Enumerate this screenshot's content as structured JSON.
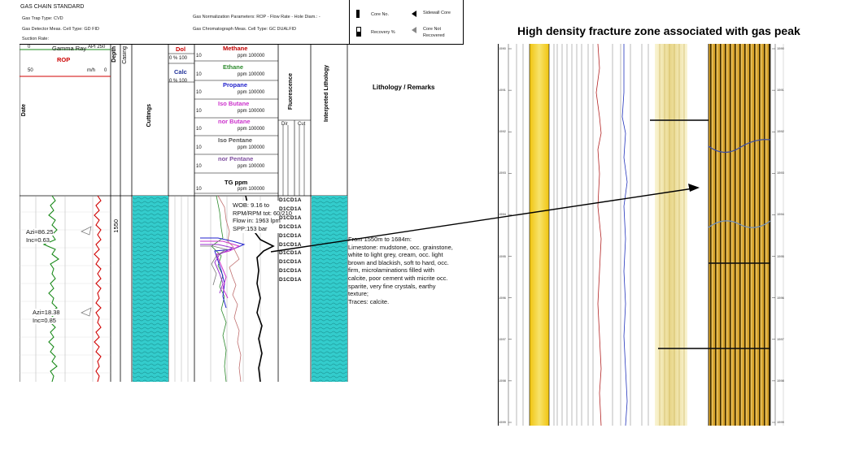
{
  "header": {
    "title": "GAS CHAIN STANDARD",
    "gas_trap_type": "Gas Trap Type: CVD",
    "gas_detector": "Gas Detector Meas. Cell Type: GD FID",
    "suction_rate": "Suction Rate:",
    "normalization": "Gas Normalization Parameters: ROP - Flow Rate - Hole Diam.: -",
    "chromatograph": "Gas Chromatograph Meas. Cell Type: GC DUALFID",
    "legend": {
      "core_no": "Core No.",
      "sidewall_core": "Sidewall Core",
      "recovery": "Recovery %",
      "core_not_recovered_1": "Core Not",
      "core_not_recovered_2": "Recovered"
    }
  },
  "tracks": {
    "gamma": {
      "min": "0",
      "label": "Gamma Ray",
      "max": "API 250"
    },
    "rop": {
      "label": "ROP",
      "min": "50",
      "unit": "m/h",
      "max": "0"
    },
    "date": "Date",
    "depth": "Depth",
    "casing": "Casing",
    "cuttings": "Cuttings",
    "dol": {
      "label": "Dol",
      "scale": "0  % 100"
    },
    "calc": {
      "label": "Calc",
      "scale": "0  % 100"
    },
    "gases": [
      {
        "name": "Methane",
        "min": "10",
        "max": "ppm 100000",
        "color": "#c00000"
      },
      {
        "name": "Ethane",
        "min": "10",
        "max": "ppm 100000",
        "color": "#2e8b2e"
      },
      {
        "name": "Propane",
        "min": "10",
        "max": "ppm 100000",
        "color": "#2222cc"
      },
      {
        "name": "Iso Butane",
        "min": "10",
        "max": "ppm 100000",
        "color": "#cc33cc"
      },
      {
        "name": "nor Butane",
        "min": "10",
        "max": "ppm 100000",
        "color": "#cc33cc"
      },
      {
        "name": "Iso Pentane",
        "min": "10",
        "max": "ppm 100000",
        "color": "#555555"
      },
      {
        "name": "nor Pentane",
        "min": "10",
        "max": "ppm 100000",
        "color": "#7f4fa0"
      }
    ],
    "tg": {
      "name": "TG ppm",
      "min": "10",
      "max": "ppm 100000"
    },
    "fluorescence": "Fluorescence",
    "fl_dir": "Dir",
    "fl_cut": "Cut",
    "interpreted_lithology": "Interpreted Lithology",
    "lithology_remarks": "Lithology / Remarks"
  },
  "depth_mark": "1550",
  "azimuth_labels": [
    {
      "azi": "Azi=86.25",
      "inc": "Inc=0.63"
    },
    {
      "azi": "Azi=18.38",
      "inc": "Inc=0.85"
    }
  ],
  "drilling_info": [
    "WOB: 9.16 to",
    "RPM/RPM tot: 60/210",
    "Flow in: 1963 lpm",
    "SPP:153 bar"
  ],
  "fluorescence_rows": [
    "D1CD1A",
    "D1CD1A",
    "D1CD1A",
    "D1CD1A",
    "D1CD1A",
    "D1CD1A",
    "D1CD1A",
    "D1CD1A",
    "D1CD1A",
    "D1CD1A"
  ],
  "remarks": [
    "From 1550m to 1684m:",
    "Limestone: mudstone, occ. grainstone,",
    "white to light grey, cream, occ. light",
    "brown and blackish, soft to hard, occ.",
    "firm, microlaminations filled with",
    "calcite, poor cement with micrite occ.",
    "sparite, very fine crystals, earthy",
    "texture;",
    "Traces: calcite."
  ],
  "image_log": {
    "title": "High density fracture zone associated with gas peak",
    "depth_ticks": [
      "1590",
      "1591",
      "1592",
      "1593",
      "1594",
      "1595",
      "1596",
      "1597",
      "1598",
      "1599"
    ]
  },
  "colors": {
    "gamma": "#1a8a1a",
    "rop": "#d00000",
    "cuttings_fill": "#33cccc",
    "tg": "#000000",
    "image_yellow": "#f3d64a"
  }
}
